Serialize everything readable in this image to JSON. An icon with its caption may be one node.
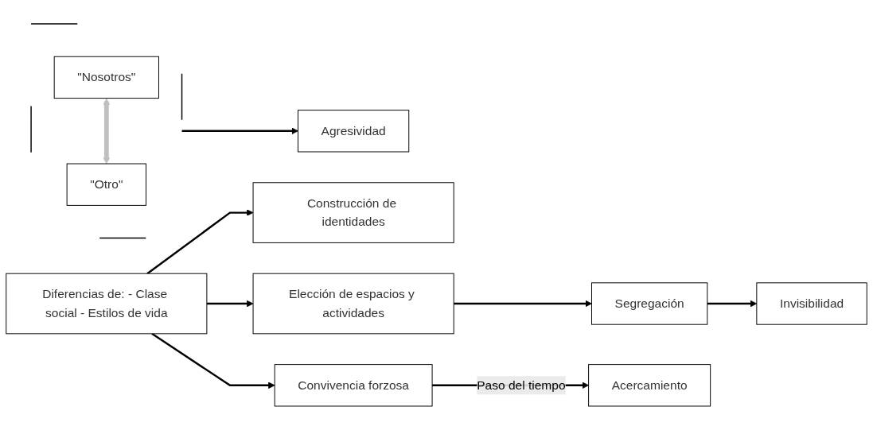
{
  "diagram": {
    "nodes": [
      {
        "text": [
          "Diferencias de: - Clase social - Estilos de vida"
        ]
      },
      {
        "text": [
          "Construcción de identidades"
        ]
      },
      {
        "text": [],
        "shape": "brace"
      },
      {
        "text": [
          "\"Nosotros\""
        ],
        "in": 2
      },
      {
        "text": [
          "\"Otro\""
        ],
        "in": 2
      },
      {
        "text": [
          "Agresividad"
        ]
      },
      {
        "text": [
          "Elección de espacios y actividades"
        ]
      },
      {
        "text": [
          "Segregación"
        ]
      },
      {
        "text": [
          "Invisibilidad"
        ]
      },
      {
        "text": [
          "Convivencia forzosa"
        ]
      },
      {
        "text": [
          "Acercamiento"
        ]
      }
    ],
    "edges": [
      {
        "from": 0,
        "to": 1,
        "arrow": "to"
      },
      {
        "from": 0,
        "to": 6,
        "arrow": "to"
      },
      {
        "from": 0,
        "to": 9,
        "arrow": "to"
      },
      {
        "from": 3,
        "to": 4,
        "arrow": "both",
        "style": "thick",
        "color": "#c0c0c0"
      },
      {
        "from": 2,
        "to": 5,
        "arrow": "to"
      },
      {
        "from": 6,
        "to": 7,
        "arrow": "to"
      },
      {
        "from": 7,
        "to": 8,
        "arrow": "to"
      },
      {
        "from": 9,
        "to": 10,
        "arrow": "to",
        "label": "Paso del tiempo"
      }
    ]
  }
}
